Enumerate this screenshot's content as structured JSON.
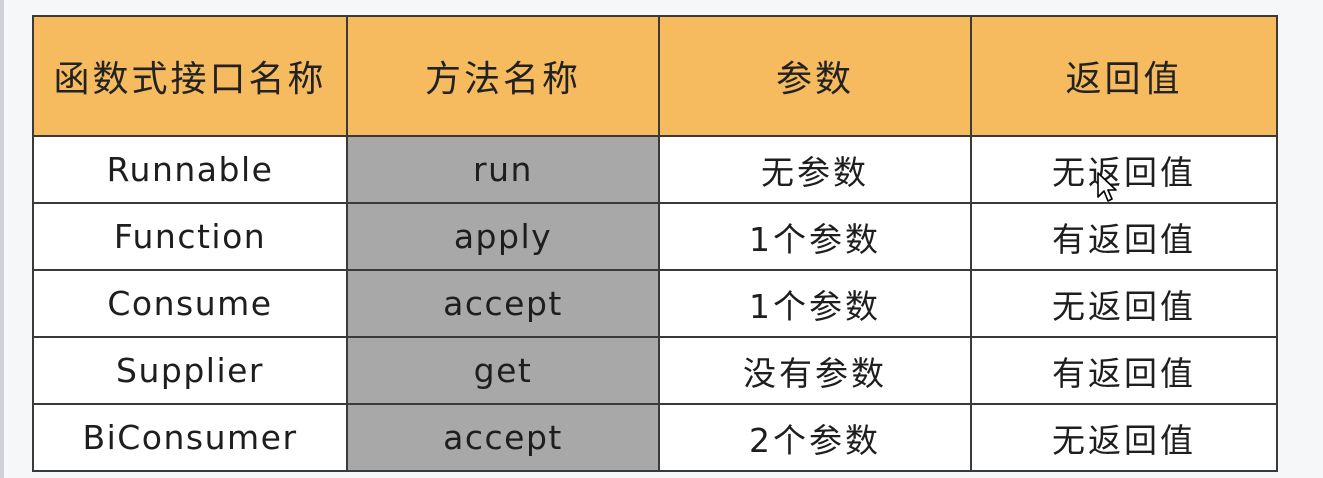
{
  "table": {
    "headers": [
      "函数式接口名称",
      "方法名称",
      "参数",
      "返回值"
    ],
    "rows": [
      {
        "interface": "Runnable",
        "method": "run",
        "params": "无参数",
        "returns": "无返回值"
      },
      {
        "interface": "Function",
        "method": "apply",
        "params": "1个参数",
        "returns": "有返回值"
      },
      {
        "interface": "Consume",
        "method": "accept",
        "params": "1个参数",
        "returns": "无返回值"
      },
      {
        "interface": "Supplier",
        "method": "get",
        "params": "没有参数",
        "returns": "有返回值"
      },
      {
        "interface": "BiConsumer",
        "method": "accept",
        "params": "2个参数",
        "returns": "无返回值"
      }
    ]
  },
  "colors": {
    "header_bg": "#f6bb5f",
    "method_column_bg": "#a8a8a8",
    "cell_bg": "#ffffff",
    "border": "#3a3a3a"
  },
  "cursor": {
    "icon": "mouse-pointer-icon"
  }
}
